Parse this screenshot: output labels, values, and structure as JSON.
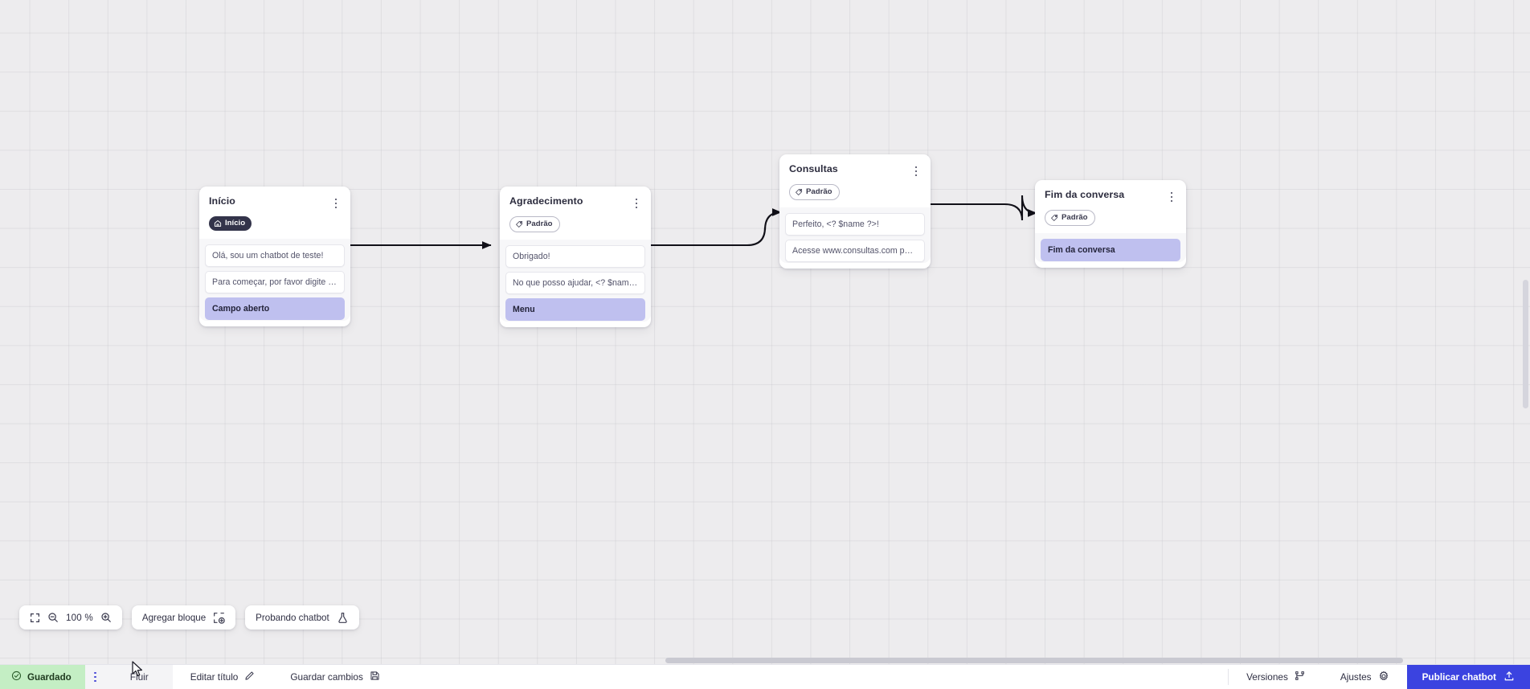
{
  "app": {
    "canvas_zoom": "100 %"
  },
  "nodes": [
    {
      "id": "inicio",
      "title": "Início",
      "badge": {
        "label": "Início",
        "icon": "home-icon",
        "style": "start"
      },
      "rows": [
        {
          "text": "Olá, sou um chatbot de teste!",
          "highlight": false
        },
        {
          "text": "Para começar, por favor digite o ...",
          "highlight": false
        },
        {
          "text": "Campo aberto",
          "highlight": true
        }
      ]
    },
    {
      "id": "agradecimento",
      "title": "Agradecimento",
      "badge": {
        "label": "Padrão",
        "icon": "tag-icon",
        "style": "default"
      },
      "rows": [
        {
          "text": "Obrigado!",
          "highlight": false
        },
        {
          "text": "No que posso ajudar, <? $name ...",
          "highlight": false
        },
        {
          "text": "Menu",
          "highlight": true
        }
      ]
    },
    {
      "id": "consultas",
      "title": "Consultas",
      "badge": {
        "label": "Padrão",
        "icon": "tag-icon",
        "style": "default"
      },
      "rows": [
        {
          "text": "Perfeito, <? $name ?>!",
          "highlight": false
        },
        {
          "text": "Acesse www.consultas.com par...",
          "highlight": false
        }
      ]
    },
    {
      "id": "fim",
      "title": "Fim da conversa",
      "badge": {
        "label": "Padrão",
        "icon": "tag-icon",
        "style": "default"
      },
      "rows": [
        {
          "text": "Fim da conversa",
          "highlight": true
        }
      ]
    }
  ],
  "toolbar": {
    "fit_icon": "fit-screen-icon",
    "zoom_out_icon": "zoom-out-icon",
    "zoom_value": "100 %",
    "zoom_in_icon": "zoom-in-icon",
    "add_block_label": "Agregar bloque",
    "add_block_icon": "add-block-icon",
    "test_chatbot_label": "Probando chatbot",
    "test_chatbot_icon": "flask-icon"
  },
  "statusbar": {
    "saved_label": "Guardado",
    "saved_icon": "check-circle-icon",
    "menu_icon": "kebab-menu-icon",
    "flow_tab_label": "Fluir",
    "edit_title_label": "Editar título",
    "edit_title_icon": "pencil-icon",
    "save_changes_label": "Guardar cambios",
    "save_changes_icon": "save-disk-icon",
    "versions_label": "Versiones",
    "versions_icon": "branch-icon",
    "settings_label": "Ajustes",
    "settings_icon": "gear-icon",
    "publish_label": "Publicar chatbot",
    "publish_icon": "upload-icon"
  },
  "colors": {
    "accent": "#3b43e0",
    "saved_bg": "#c4eec4",
    "highlight_row": "#bfc0ef",
    "start_badge": "#33344a"
  }
}
